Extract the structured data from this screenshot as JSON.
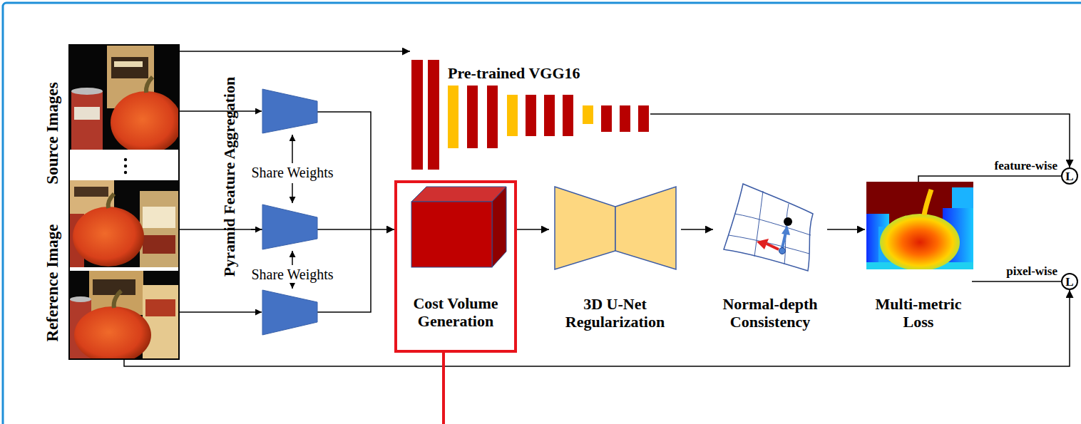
{
  "diagram": {
    "nodes": [
      {
        "text": [
          "Reference Image",
          "Source Images"
        ]
      },
      {
        "text": [
          "Pre-trained VGG16"
        ]
      },
      {
        "text": [
          "Cost Volume Generation"
        ]
      },
      {
        "text": [
          "3D U-Net Regularization"
        ]
      },
      {
        "text": [
          "Normal-depth Consistency"
        ]
      },
      {
        "text": [
          "Multi-metric Loss"
        ]
      },
      {
        "text": [
          "L"
        ]
      },
      {
        "text": [
          "L"
        ]
      }
    ],
    "edges": [
      {
        "from": 0,
        "to": 1,
        "arrow": "to"
      },
      {
        "from": 0,
        "to": 2,
        "arrow": "to"
      },
      {
        "from": 2,
        "to": 3,
        "arrow": "to"
      },
      {
        "from": 3,
        "to": 4,
        "arrow": "to"
      },
      {
        "from": 4,
        "to": 5,
        "arrow": "to"
      },
      {
        "from": 1,
        "to": 6,
        "arrow": "to"
      },
      {
        "from": 5,
        "to": 6,
        "label": "feature-wise",
        "arrow": "none"
      },
      {
        "from": 5,
        "to": 7,
        "label": "pixel-wise",
        "arrow": "none"
      },
      {
        "from": 0,
        "to": 7,
        "arrow": "to"
      }
    ],
    "labels": [
      "Pyramid Feature Aggregation",
      "Share Weights",
      "Share Weights"
    ]
  }
}
